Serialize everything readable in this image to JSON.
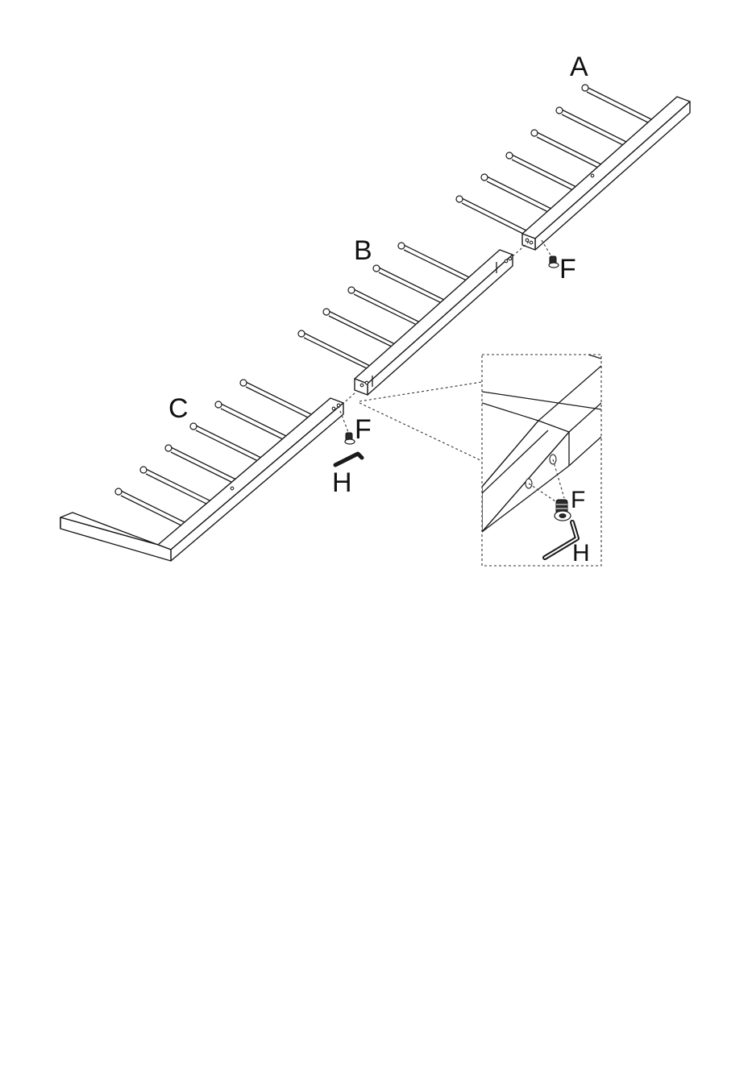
{
  "labels": {
    "part_a": "A",
    "part_b": "B",
    "part_c": "C",
    "screw_top": "F",
    "screw_bottom": "F",
    "key_bottom": "H",
    "detail_screw": "F",
    "detail_key": "H"
  }
}
